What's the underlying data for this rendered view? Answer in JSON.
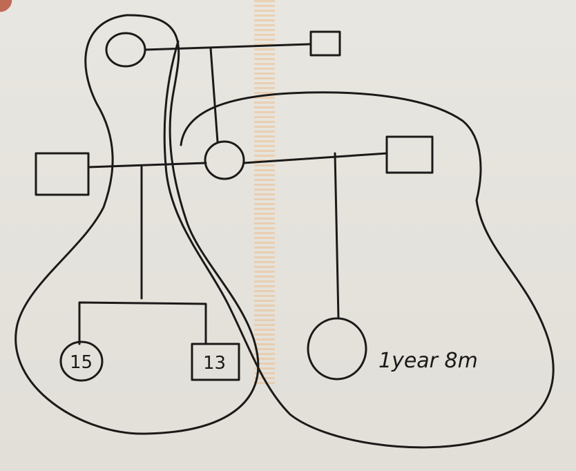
{
  "labels": {
    "female_child_age": "15",
    "male_child_age": "13",
    "infant_note": "1year 8m"
  },
  "colors": {
    "ink": "#1b1a19",
    "paper": "#e4e2dc",
    "perforation": "#f0b478"
  }
}
